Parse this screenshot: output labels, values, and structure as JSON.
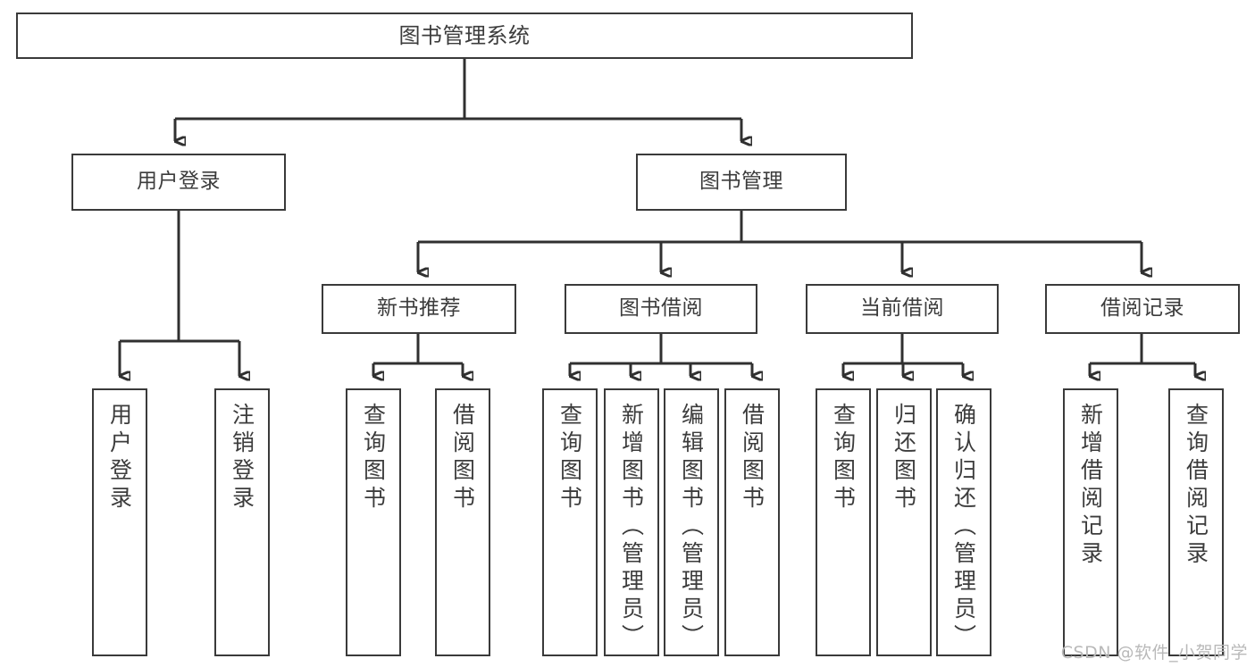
{
  "diagram": {
    "type": "hierarchy-tree",
    "title": "图书管理系统",
    "orientation": "top-down",
    "colors": {
      "background": "#ffffff",
      "node_border": "#3a3a3a",
      "node_fill": "#ffffff",
      "text": "#3c3c3c",
      "link": "#303030",
      "watermark": "#b9b9b9"
    },
    "watermark": "CSDN @软件_小贺同学",
    "nodes": {
      "root": {
        "label": "图书管理系统",
        "level": 1
      },
      "level2": [
        {
          "id": "user-login",
          "label": "用户登录"
        },
        {
          "id": "book-manage",
          "label": "图书管理"
        }
      ],
      "level3": [
        {
          "id": "new-book-recommend",
          "label": "新书推荐",
          "parent": "book-manage"
        },
        {
          "id": "book-borrow",
          "label": "图书借阅",
          "parent": "book-manage"
        },
        {
          "id": "current-borrow",
          "label": "当前借阅",
          "parent": "book-manage"
        },
        {
          "id": "borrow-record",
          "label": "借阅记录",
          "parent": "book-manage"
        }
      ],
      "leaves": [
        {
          "id": "leaf-user-login",
          "label": "用户登录",
          "parent": "user-login"
        },
        {
          "id": "leaf-user-logout",
          "label": "注销登录",
          "parent": "user-login"
        },
        {
          "id": "leaf-query-book-1",
          "label": "查询图书",
          "parent": "new-book-recommend"
        },
        {
          "id": "leaf-borrow-book-1",
          "label": "借阅图书",
          "parent": "new-book-recommend"
        },
        {
          "id": "leaf-query-book-2",
          "label": "查询图书",
          "parent": "book-borrow"
        },
        {
          "id": "leaf-add-book",
          "label": "新增图书（管理员）",
          "parent": "book-borrow"
        },
        {
          "id": "leaf-edit-book",
          "label": "编辑图书（管理员）",
          "parent": "book-borrow"
        },
        {
          "id": "leaf-borrow-book-2",
          "label": "借阅图书",
          "parent": "book-borrow"
        },
        {
          "id": "leaf-query-book-3",
          "label": "查询图书",
          "parent": "current-borrow"
        },
        {
          "id": "leaf-return-book",
          "label": "归还图书",
          "parent": "current-borrow"
        },
        {
          "id": "leaf-confirm-return",
          "label": "确认归还（管理员）",
          "parent": "current-borrow"
        },
        {
          "id": "leaf-add-record",
          "label": "新增借阅记录",
          "parent": "borrow-record"
        },
        {
          "id": "leaf-query-record",
          "label": "查询借阅记录",
          "parent": "borrow-record"
        }
      ]
    }
  }
}
